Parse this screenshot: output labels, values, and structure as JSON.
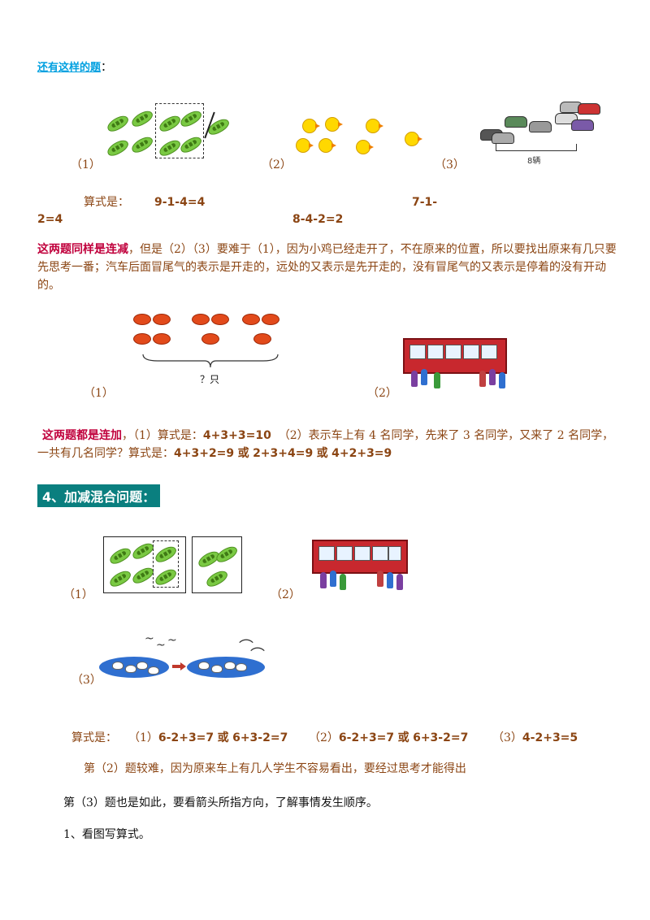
{
  "intro": {
    "heading": "还有这样的题",
    "colon": "："
  },
  "row1": {
    "label1": "（1）",
    "label2": "（2）",
    "label3": "（3）",
    "cars_caption": "8辆"
  },
  "formula_row": {
    "label": "算式是：",
    "f1": "9-1-4=4",
    "f3_part1": "7-1-",
    "f3_part2": "2=4",
    "f2": "8-4-2=2"
  },
  "para1": {
    "em": "这两题同样是连减",
    "text": "，但是（2）（3）要难于（1），因为小鸡已经走开了，不在原来的位置，所以要找出原来有几只要先思考一番；汽车后面冒尾气的表示是开走的，远处的又表示是先开走的，没有冒尾气的又表示是停着的没有开动的。"
  },
  "row2": {
    "label1": "（1）",
    "label2": "（2）",
    "brace_caption": "？只"
  },
  "para2": {
    "em": "这两题都是连加",
    "t1": "，（1）算式是：",
    "f1": "4+3+3=10",
    "t2": "（2）表示车上有 4 名同学，先来了 3 名同学，又来了 2 名同学，一共有几名同学？算式是：",
    "f2": "4+3+2=9",
    "or1": "或",
    "f3": "2+3+4=9",
    "or2": "或",
    "f4": "4+2+3=9"
  },
  "section4": {
    "title": "4、加减混合问题："
  },
  "row3": {
    "label1": "（1）",
    "label2": "（2）",
    "label3": "（3）"
  },
  "formulas4": {
    "label": "算式是：",
    "p1": "（1）",
    "a1": "6-2+3=7",
    "or1": "或",
    "b1": "6+3-2=7",
    "p2": "（2）",
    "a2": "6-2+3=7",
    "or2": "或",
    "b2": "6+3-2=7",
    "p3": "（3）",
    "a3": "4-2+3=5"
  },
  "note1": "第（2）题较难，因为原来车上有几人学生不容易看出，要经过思考才能得出",
  "note2": "第（3）题也是如此，要看箭头所指方向，了解事情发生顺序。",
  "exercise": "1、看图写算式。"
}
